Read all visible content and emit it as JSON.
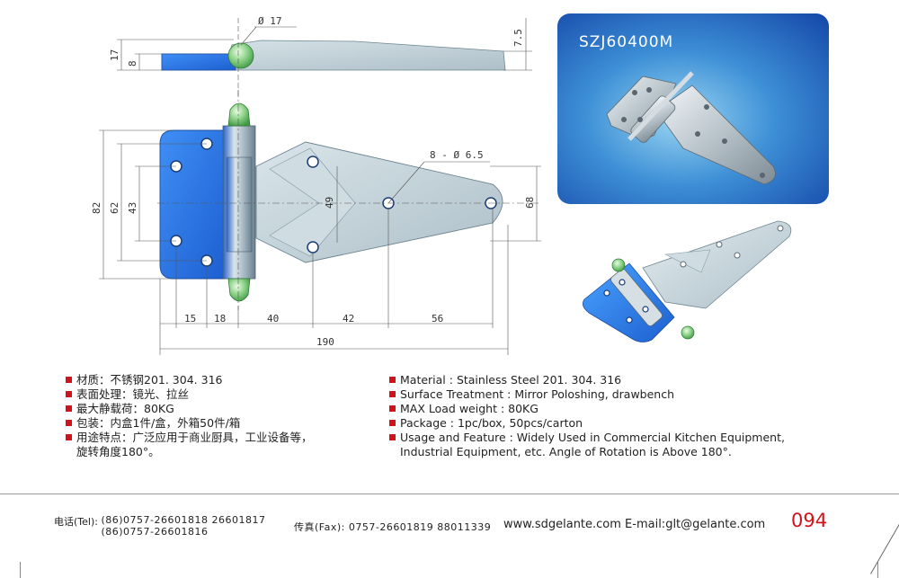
{
  "drawing": {
    "dims": {
      "d17": "Ø 17",
      "t75": "7.5",
      "h17": "17",
      "h8": "8",
      "holes": "8 - Ø 6.5",
      "v82": "82",
      "v62": "62",
      "v43": "43",
      "v49": "49",
      "v68": "68",
      "h15": "15",
      "h18": "18",
      "h40": "40",
      "h42": "42",
      "h56": "56",
      "h190": "190"
    }
  },
  "product": {
    "model": "SZJ60400M"
  },
  "specs_cn": [
    "材质：不锈钢201. 304. 316",
    "表面处理：镜光、拉丝",
    "最大静载荷：80KG",
    "包装：内盒1件/盒，外箱50件/箱",
    "用途特点：广泛应用于商业厨具，工业设备等，\n旋转角度180°。"
  ],
  "specs_en": [
    "Material : Stainless Steel 201. 304. 316",
    "Surface Treatment : Mirror Poloshing, drawbench",
    "MAX Load weight : 80KG",
    "Package : 1pc/box,  50pcs/carton",
    "Usage and Feature : Widely Used in Commercial Kitchen Equipment,\nIndustrial Equipment, etc. Angle of Rotation is Above 180°."
  ],
  "footer": {
    "tel_label": "电话(Tel):",
    "tel_line1": "(86)0757-26601818  26601817",
    "tel_line2": "(86)0757-26601816",
    "fax": "传真(Fax): 0757-26601819 88011339",
    "web": "www.sdgelante.com  E-mail:glt@gelante.com",
    "page": "094"
  },
  "colors": {
    "accent": "#d0121b",
    "leaf_blue": "#2f7bea",
    "leaf_gray": "#c4d3da",
    "knob_green": "#8fd38a"
  }
}
